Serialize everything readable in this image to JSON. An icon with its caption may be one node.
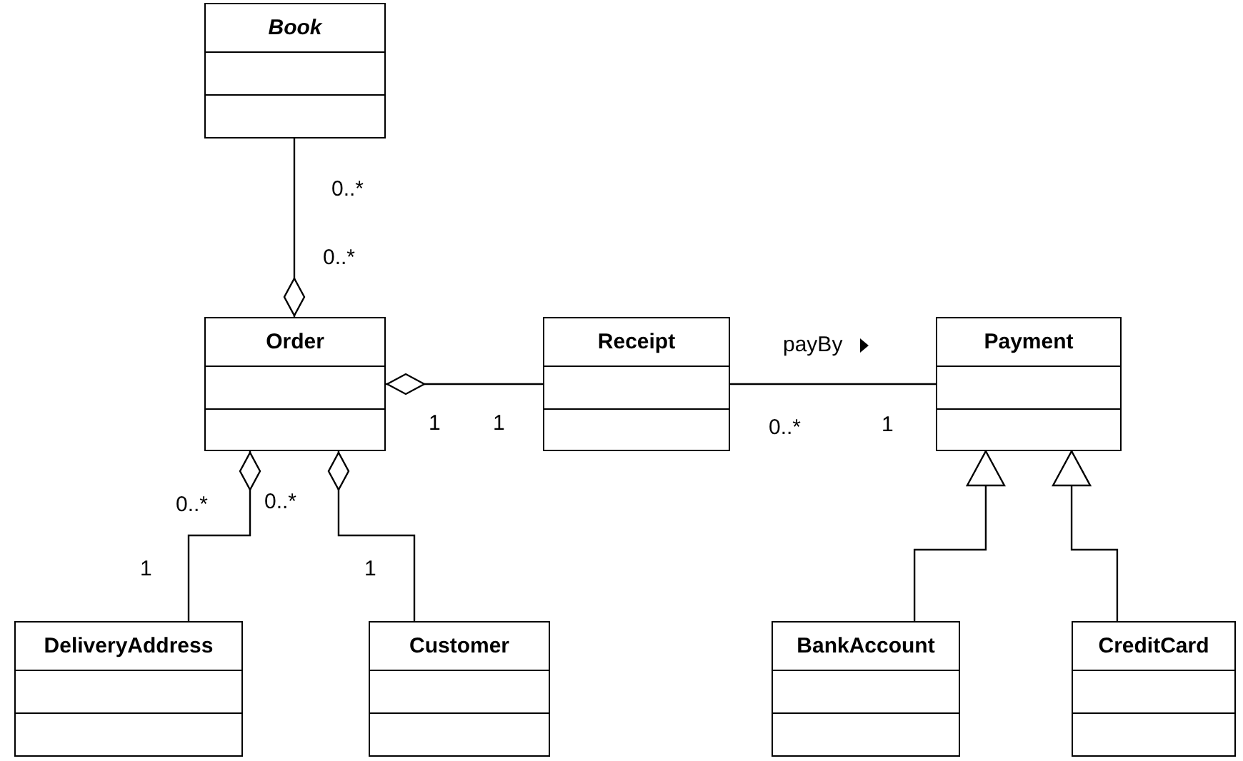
{
  "diagram": {
    "nodes": [
      {
        "text": [
          "Book"
        ]
      },
      {
        "text": [
          "Order"
        ]
      },
      {
        "text": [
          "Receipt"
        ]
      },
      {
        "text": [
          "Payment"
        ]
      },
      {
        "text": [
          "DeliveryAddress"
        ]
      },
      {
        "text": [
          "Customer"
        ]
      },
      {
        "text": [
          "BankAccount"
        ]
      },
      {
        "text": [
          "CreditCard"
        ]
      }
    ],
    "edges": [
      {
        "from": 0,
        "to": 1,
        "arrow": "other"
      },
      {
        "from": 2,
        "to": 1,
        "arrow": "other"
      },
      {
        "from": 2,
        "to": 3,
        "arrow": "none",
        "label": "payBy"
      },
      {
        "from": 4,
        "to": 1,
        "arrow": "other"
      },
      {
        "from": 5,
        "to": 1,
        "arrow": "other"
      },
      {
        "from": 6,
        "to": 3,
        "arrow": "to"
      },
      {
        "from": 7,
        "to": 3,
        "arrow": "to"
      }
    ],
    "labels": [
      "0..*",
      "0..*",
      "1",
      "1",
      "0..*",
      "1",
      "0..*",
      "0..*",
      "1",
      "1"
    ]
  }
}
